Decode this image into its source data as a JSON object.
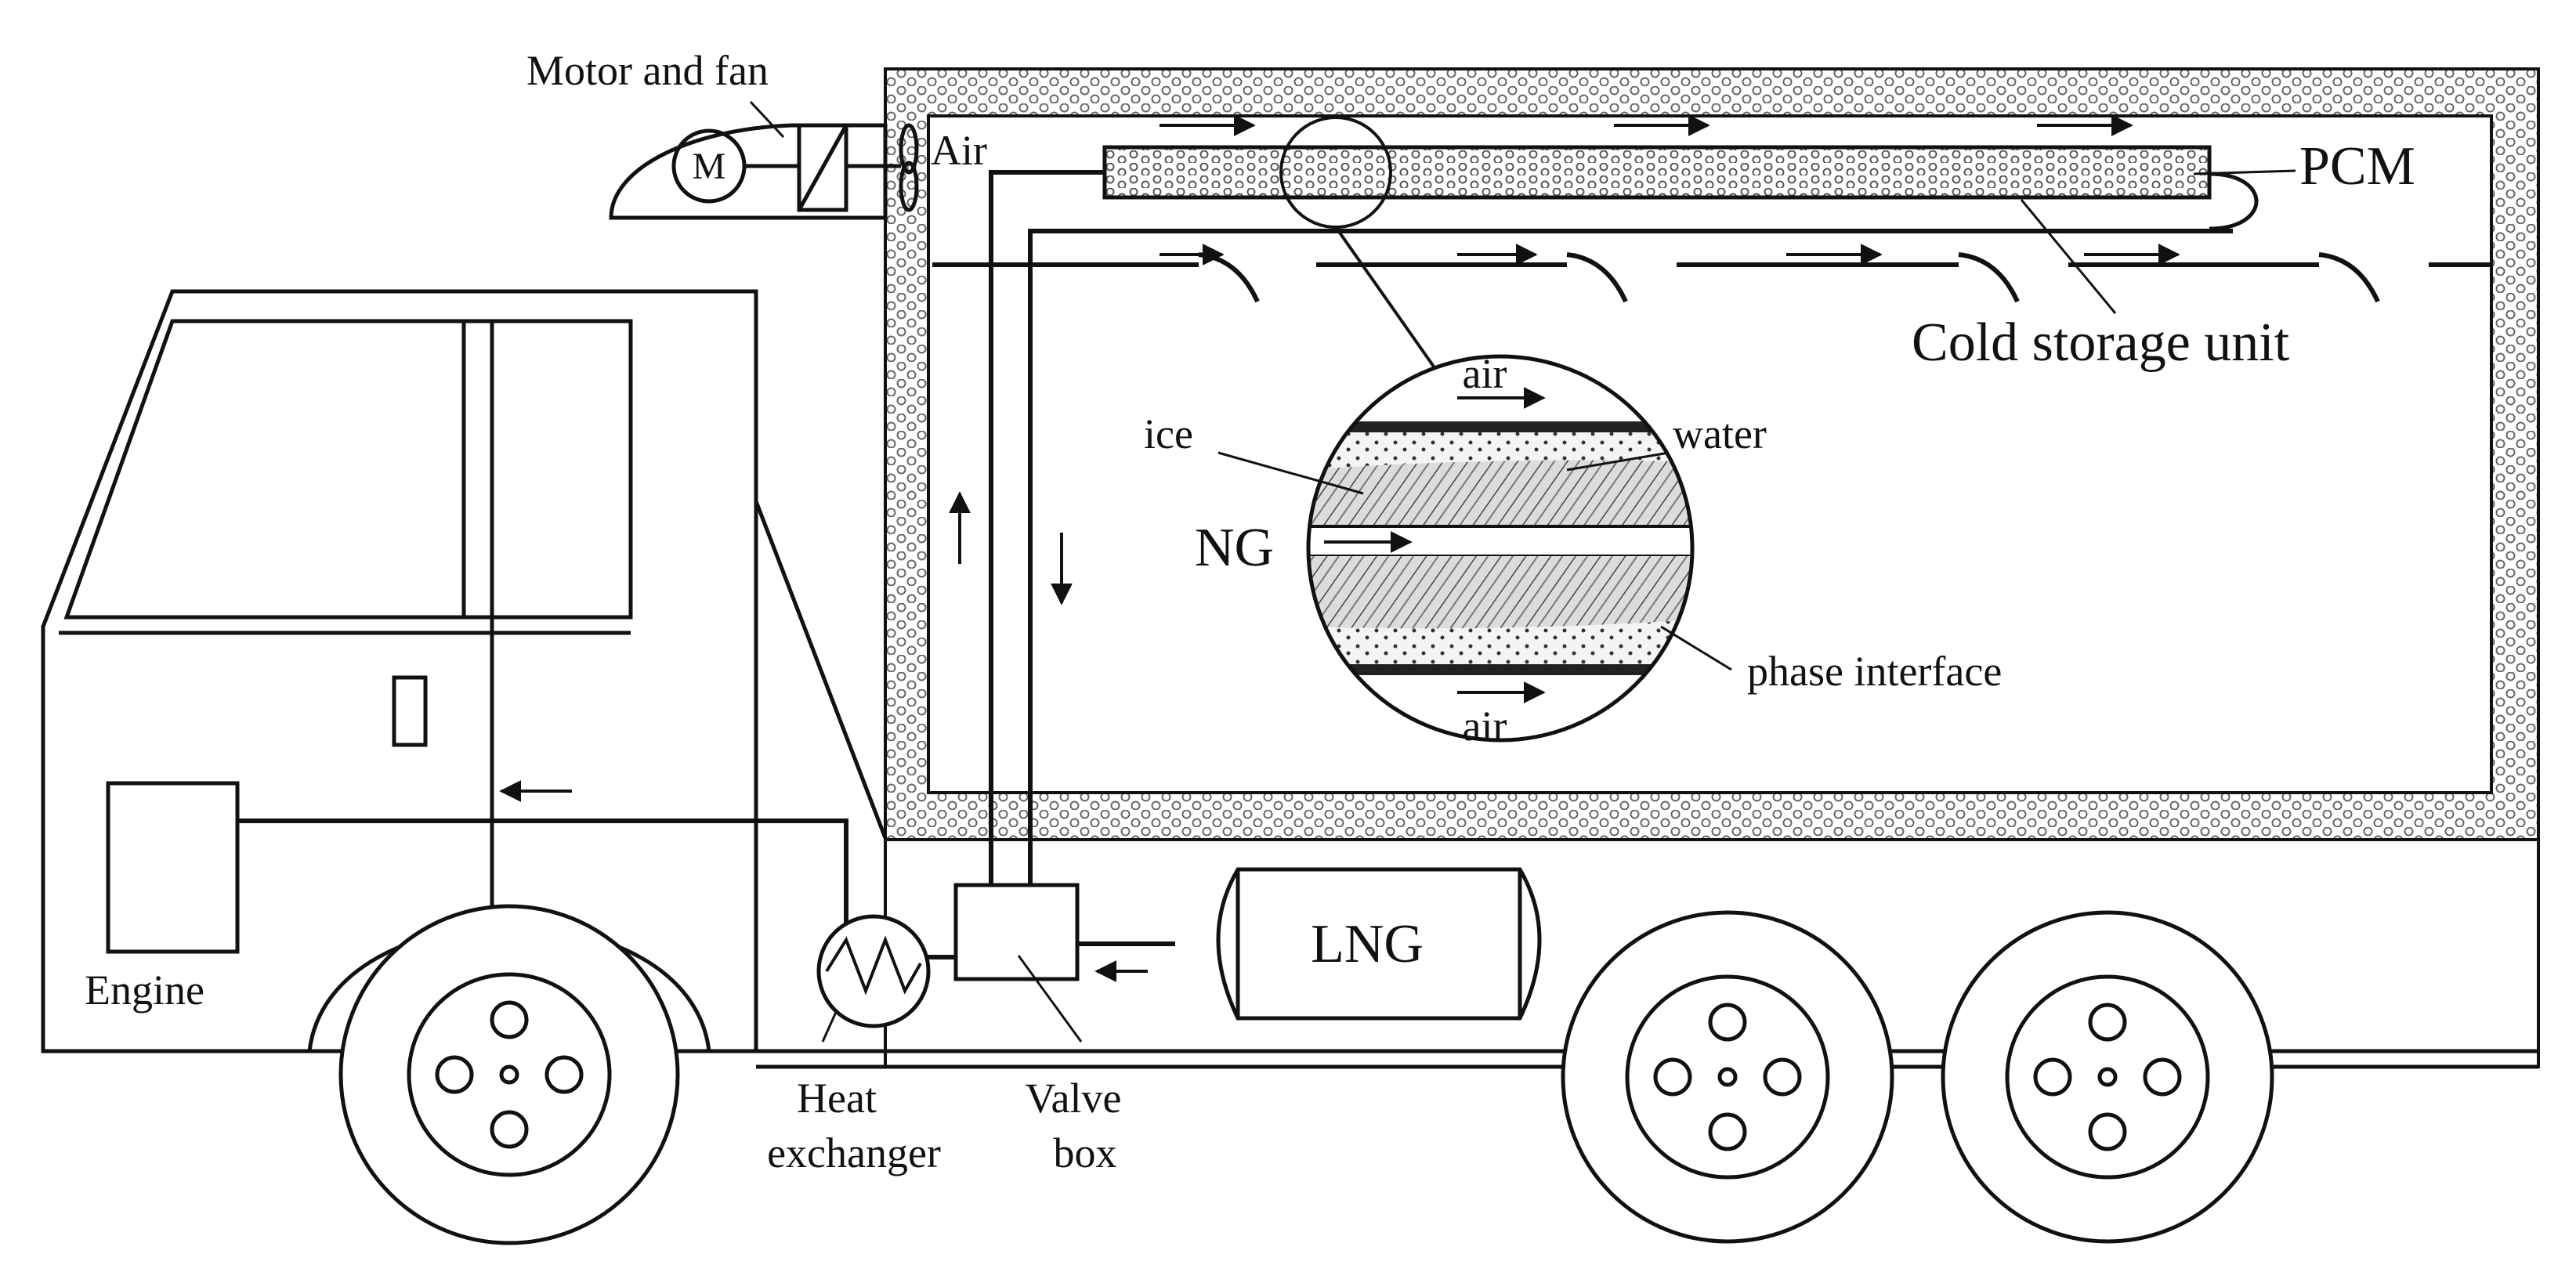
{
  "labels": {
    "motor_and_fan": "Motor and fan",
    "motor_symbol": "M",
    "air_top": "Air",
    "pcm": "PCM",
    "cold_storage_unit": "Cold storage unit",
    "air_upper": "air",
    "air_lower": "air",
    "ice": "ice",
    "water": "water",
    "ng": "NG",
    "phase_interface": "phase interface",
    "engine": "Engine",
    "heat_exchanger_line1": "Heat",
    "heat_exchanger_line2": "exchanger",
    "valve_box_line1": "Valve",
    "valve_box_line2": "box",
    "lng": "LNG"
  },
  "colors": {
    "line": "#111111",
    "insulation": "#9a9a9a",
    "ice_fill": "#d8d8d8",
    "water_fill": "#f2f2f2"
  }
}
